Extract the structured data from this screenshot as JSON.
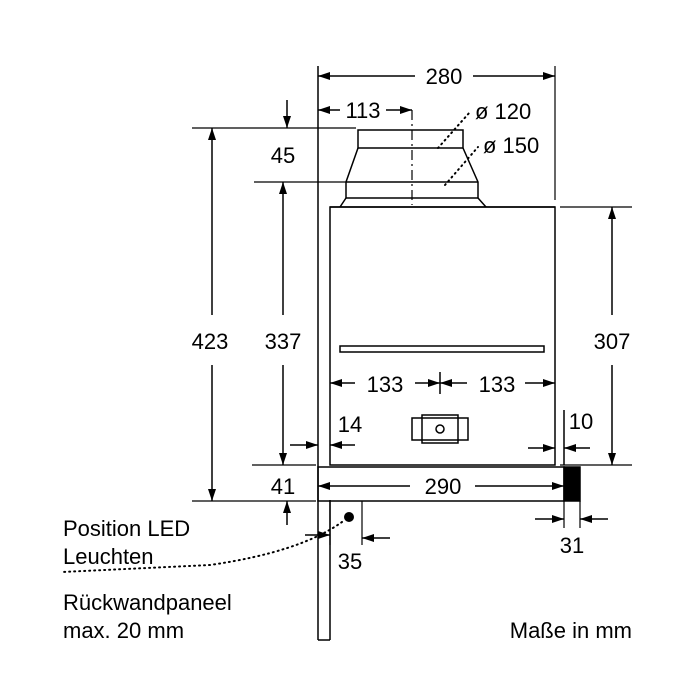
{
  "dimensions": {
    "d280": "280",
    "d113": "113",
    "dia120": "ø 120",
    "dia150": "ø 150",
    "d45": "45",
    "d423": "423",
    "d337": "337",
    "d307": "307",
    "d133_left": "133",
    "d133_right": "133",
    "d14": "14",
    "d10": "10",
    "d41": "41",
    "d290": "290",
    "d35": "35",
    "d31": "31"
  },
  "labels": {
    "led_line1": "Position LED",
    "led_line2": "Leuchten",
    "panel_line1": "Rückwandpaneel",
    "panel_line2": "max. 20 mm",
    "units": "Maße in mm"
  }
}
